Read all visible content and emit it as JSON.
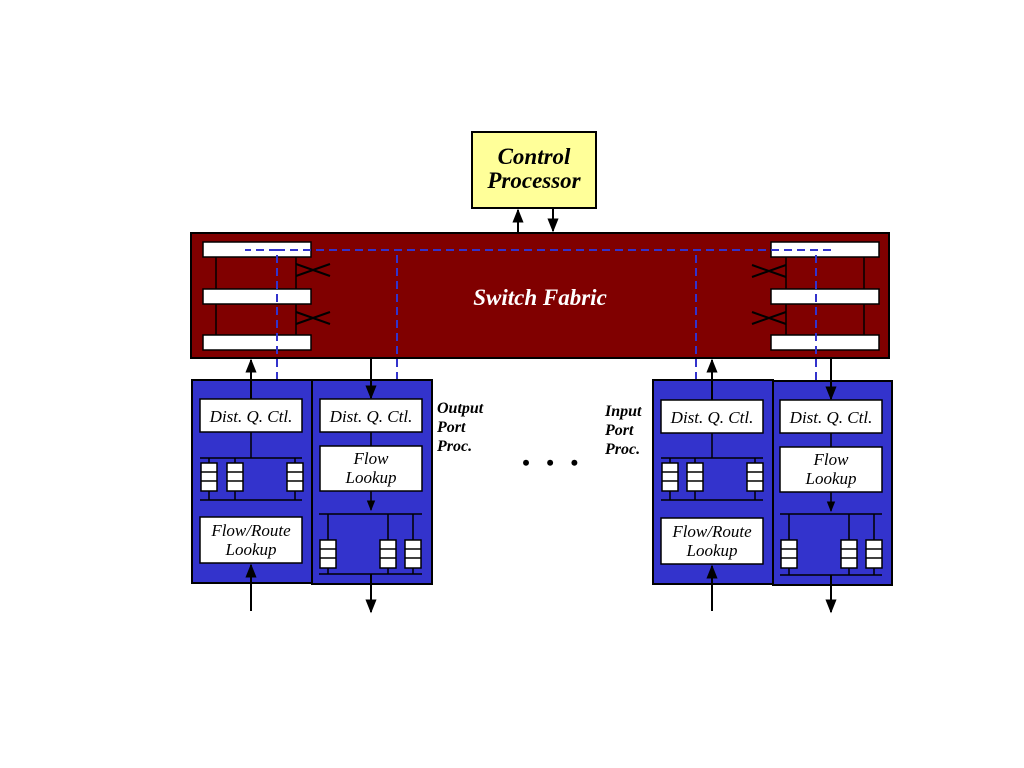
{
  "control_processor": {
    "line1": "Control",
    "line2": "Processor"
  },
  "switch_fabric": {
    "label": "Switch Fabric"
  },
  "port_labels": {
    "output": {
      "line1": "Output",
      "line2": "Port",
      "line3": "Proc."
    },
    "input": {
      "line1": "Input",
      "line2": "Port",
      "line3": "Proc."
    }
  },
  "port_blocks": {
    "dqc_label": "Dist. Q. Ctl.",
    "flow_route": {
      "line1": "Flow/Route",
      "line2": "Lookup"
    },
    "flow": {
      "line1": "Flow",
      "line2": "Lookup"
    }
  },
  "ellipsis": "•   •   •",
  "colors": {
    "control_processor_fill": "#ffff99",
    "switch_fabric_fill": "#800000",
    "port_processor_fill": "#3333cc",
    "dashed_path": "#3333cc"
  }
}
